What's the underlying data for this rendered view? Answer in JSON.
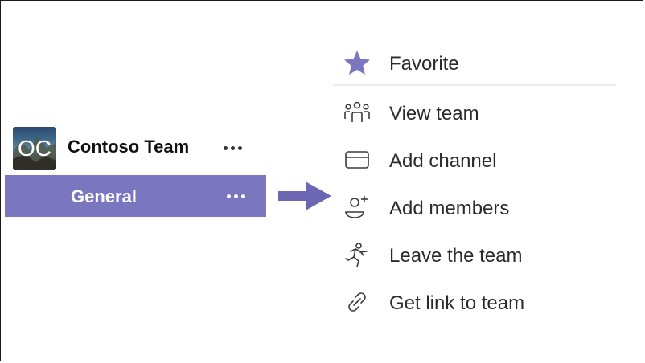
{
  "team": {
    "avatar_initials": "OC",
    "name": "Contoso Team"
  },
  "channel": {
    "name": "General"
  },
  "menu": {
    "items": [
      {
        "label": "Favorite",
        "icon": "star-icon"
      },
      {
        "label": "View team",
        "icon": "team-icon"
      },
      {
        "label": "Add channel",
        "icon": "channel-icon"
      },
      {
        "label": "Add members",
        "icon": "add-member-icon"
      },
      {
        "label": "Leave the team",
        "icon": "leave-icon"
      },
      {
        "label": "Get link to team",
        "icon": "link-icon"
      }
    ]
  },
  "colors": {
    "accent": "#7b76c0",
    "arrow": "#6d67b3",
    "icon": "#3a3a3a",
    "star": "#7b76c0"
  }
}
